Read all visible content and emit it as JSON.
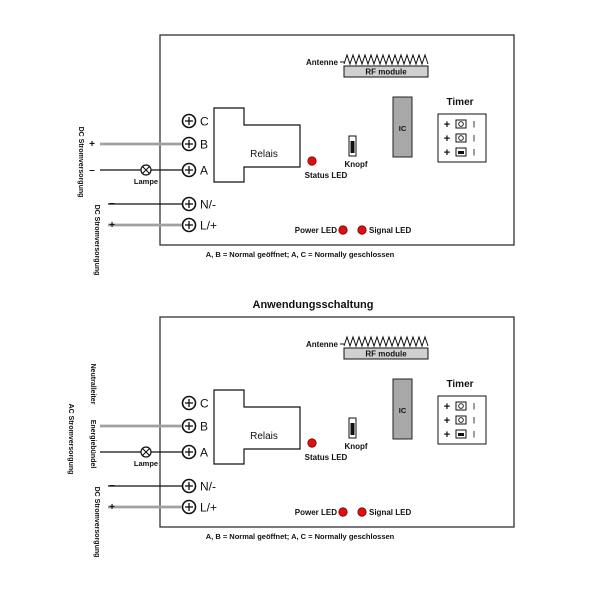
{
  "title": "Anwendungsschaltung",
  "colors": {
    "board_border": "#333333",
    "wire_gray": "#a0a0a0",
    "wire_black": "#111111",
    "chip_fill": "#a8a8a8",
    "rf_fill": "#d0d0d0",
    "led_red": "#e01010"
  },
  "top": {
    "antenna_label": "Antenne",
    "rf_module_label": "RF module",
    "ic_label": "IC",
    "timer_label": "Timer",
    "relay_label": "Relais",
    "button_label": "Knopf",
    "status_led_label": "Status LED",
    "power_led_label": "Power LED",
    "signal_led_label": "Signal LED",
    "terminals": [
      "C",
      "B",
      "A",
      "N/-",
      "L/+"
    ],
    "lamp_label": "Lampe",
    "plus_sign": "+",
    "minus_sign": "–",
    "dc_supply_label_upper": "DC Stromversorgung",
    "dc_supply_label_lower": "DC Stromversorgung",
    "note": "A, B = Normal geöffnet; A, C = Normally geschlossen",
    "timer_rows": [
      {
        "sign": "+",
        "mark": "I"
      },
      {
        "sign": "+",
        "mark": "I"
      },
      {
        "sign": "+",
        "mark": "I"
      }
    ]
  },
  "bottom": {
    "antenna_label": "Antenne",
    "rf_module_label": "RF module",
    "ic_label": "IC",
    "timer_label": "Timer",
    "relay_label": "Relais",
    "button_label": "Knopf",
    "status_led_label": "Status LED",
    "power_led_label": "Power LED",
    "signal_led_label": "Signal LED",
    "terminals": [
      "C",
      "B",
      "A",
      "N/-",
      "L/+"
    ],
    "lamp_label": "Lampe",
    "plus_sign": "+",
    "minus_sign": "–",
    "neutral_label": "Neutralleiter",
    "energy_label": "Energiebündel",
    "ac_supply_label": "AC Stromversorgung",
    "dc_supply_label": "DC Stromversorgung",
    "note": "A, B = Normal geöffnet; A, C = Normally geschlossen",
    "timer_rows": [
      {
        "sign": "+",
        "mark": "I"
      },
      {
        "sign": "+",
        "mark": "I"
      },
      {
        "sign": "+",
        "mark": "I"
      }
    ]
  }
}
